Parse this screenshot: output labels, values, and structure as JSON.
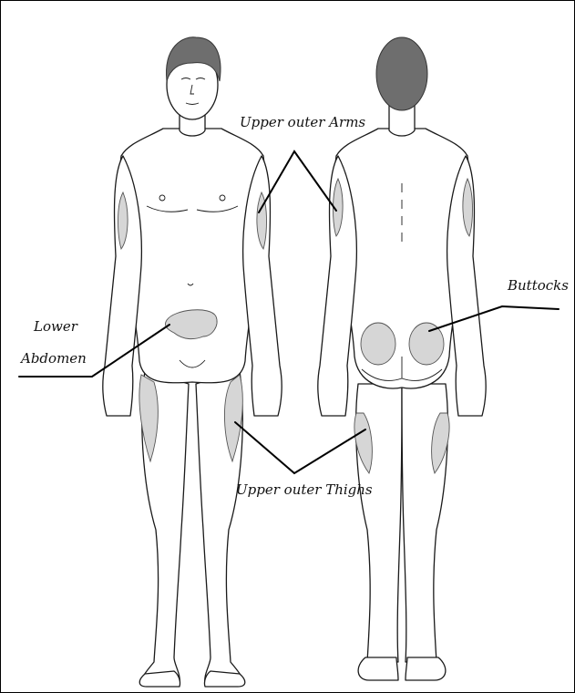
{
  "labels": {
    "upper_outer_arms": "Upper outer Arms",
    "buttocks": "Buttocks",
    "lower": "Lower",
    "abdomen": "Abdomen",
    "upper_outer_thighs": "Upper outer Thighs"
  },
  "colors": {
    "injection_site_fill": "#d6d6d6",
    "outline": "#1a1a1a",
    "hair": "#6e6e6e"
  }
}
